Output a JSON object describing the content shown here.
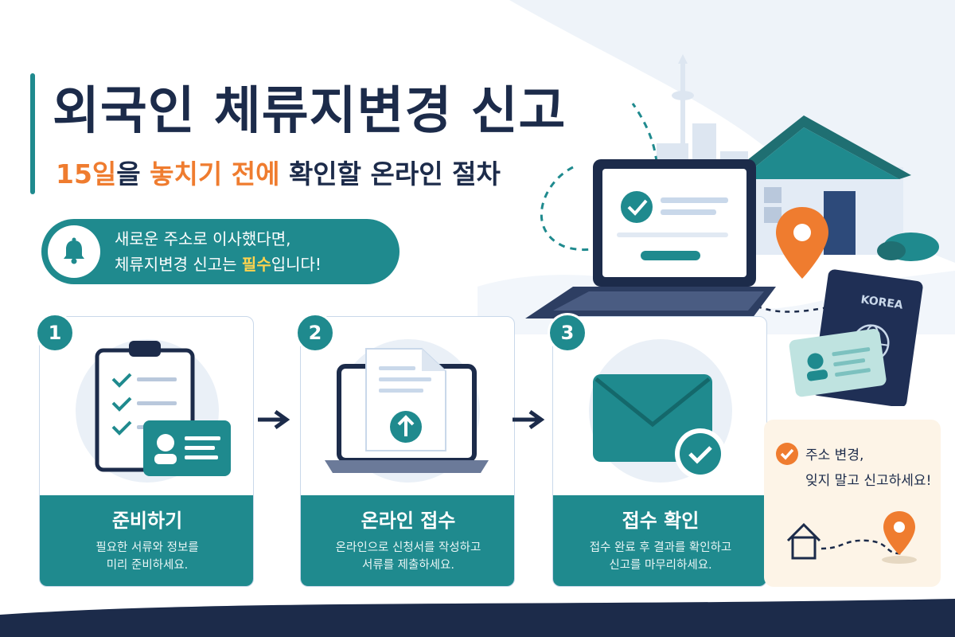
{
  "header": {
    "title": "외국인 체류지변경 신고",
    "subtitle_accent1": "15일",
    "subtitle_part1": "을 ",
    "subtitle_accent2": "놓치기 전에",
    "subtitle_part2": " 확인할 온라인 절차"
  },
  "notice": {
    "line1": "새로운 주소로 이사했다면,",
    "line2_prefix": "체류지변경 신고는 ",
    "line2_highlight": "필수",
    "line2_suffix": "입니다!",
    "icon": "bell-icon"
  },
  "steps": [
    {
      "number": "1",
      "title": "준비하기",
      "desc_line1": "필요한 서류와 정보를",
      "desc_line2": "미리 준비하세요.",
      "icon": "clipboard-id-card-icon"
    },
    {
      "number": "2",
      "title": "온라인 접수",
      "desc_line1": "온라인으로 신청서를 작성하고",
      "desc_line2": "서류를 제출하세요.",
      "icon": "laptop-upload-icon"
    },
    {
      "number": "3",
      "title": "접수 확인",
      "desc_line1": "접수 완료 후 결과를 확인하고",
      "desc_line2": "신고를 마무리하세요.",
      "icon": "envelope-check-icon"
    }
  ],
  "tip": {
    "line1": "주소 변경,",
    "line2": "잊지 말고 신고하세요!"
  },
  "hero": {
    "passport_label": "KOREA"
  },
  "colors": {
    "teal": "#1f8a8e",
    "navy": "#1c2b4a",
    "orange": "#ef7c2f",
    "yellow": "#ffd34d",
    "light_blue": "#e6eef7"
  }
}
